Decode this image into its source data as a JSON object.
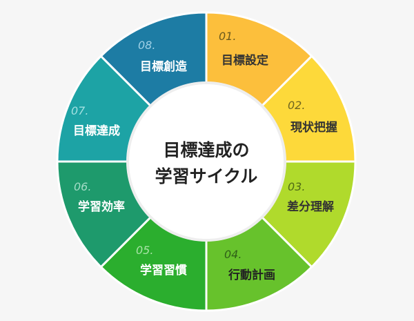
{
  "center": {
    "line1": "目標達成の",
    "line2": "学習サイクル"
  },
  "segments": [
    {
      "number": "01.",
      "label": "目標設定",
      "color": "#FCBF3C",
      "text_color": "#333333",
      "num_color": "#6b5a1e"
    },
    {
      "number": "02.",
      "label": "現状把握",
      "color": "#FDD93A",
      "text_color": "#333333",
      "num_color": "#6f6520"
    },
    {
      "number": "03.",
      "label": "差分理解",
      "color": "#B0DA2C",
      "text_color": "#333333",
      "num_color": "#4f6a16"
    },
    {
      "number": "04.",
      "label": "行動計画",
      "color": "#67C22C",
      "text_color": "#222222",
      "num_color": "#2f6018"
    },
    {
      "number": "05.",
      "label": "学習習慣",
      "color": "#2BAE2E",
      "text_color": "#ffffff",
      "num_color": "#a8e3a6"
    },
    {
      "number": "06.",
      "label": "学習効率",
      "color": "#1E9A6C",
      "text_color": "#ffffff",
      "num_color": "#a3dcc6"
    },
    {
      "number": "07.",
      "label": "目標達成",
      "color": "#1DA3A5",
      "text_color": "#ffffff",
      "num_color": "#a3e0e1"
    },
    {
      "number": "08.",
      "label": "目標創造",
      "color": "#1D7CA4",
      "text_color": "#ffffff",
      "num_color": "#9fd0e6"
    }
  ]
}
